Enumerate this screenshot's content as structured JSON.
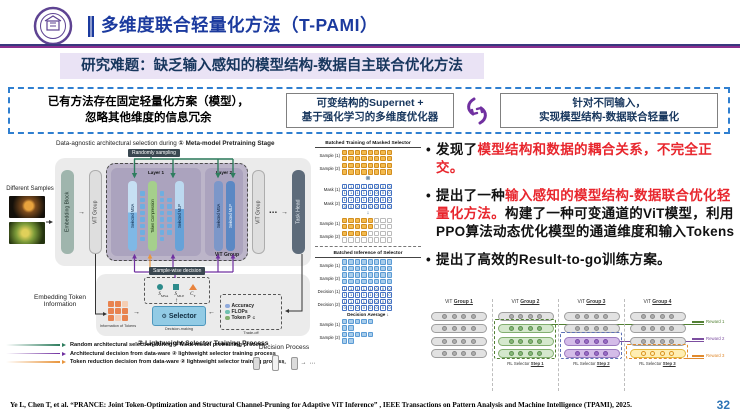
{
  "colors": {
    "title_blue": "#1b3a9e",
    "navy": "#17365d",
    "red": "#e8262d",
    "purple": "#7030a0",
    "green_arrow": "#2e7d5e",
    "orange": "#e8953d",
    "dashed_blue": "#2f7fd0",
    "lavender": "#eae3f5",
    "page_blue": "#2e74b5",
    "reward_green": "#538135",
    "reward_purple": "#7c4ea0",
    "reward_orange": "#e08a2e"
  },
  "glyphs": {
    "right": "→",
    "left": "←",
    "up": "↑",
    "down": "↓",
    "dots": "⋯",
    "otimes": "⊗",
    "bullet": "•",
    "gear": "⚙"
  },
  "header": {
    "title": "多维度联合轻量化方法（T-PAMI）"
  },
  "subtitle": "研究难题：缺乏输入感知的模型结构-数据自主联合优化方法",
  "challenge": {
    "problem": "已有方法存在固定轻量化方案（模型），\n忽略其他维度的信息冗余",
    "method": "可变结构的Supernet +\n基于强化学习的多维度优化器",
    "goal": "针对不同输入，\n实现模型结构-数据联合轻量化"
  },
  "bullets": [
    {
      "segments": [
        {
          "text": "发现了"
        },
        {
          "text": "模型结构和数据的耦合关系，不完全正交。",
          "red": true
        }
      ]
    },
    {
      "segments": [
        {
          "text": "提出了一种"
        },
        {
          "text": "输入感知的模型结构-数据联合优化轻量化方法。",
          "red": true
        },
        {
          "text": "构建了一种可变通道的ViT模型，利用PPO算法动态优化模型的通道维度和输入Tokens"
        }
      ]
    },
    {
      "segments": [
        {
          "text": "提出了高效的Result-to-go训练方案。"
        }
      ]
    }
  ],
  "diagram": {
    "caption_normal": "Data-agnostic architectural selection during ",
    "caption_bold": "① Meta-model Pretraining Stage",
    "randomly_sampling": "Randomly sampling",
    "different_samples": "Different Samples",
    "embedding_block": "Embedding Block",
    "vit_group": "ViT Group",
    "layer1": "Layer 1",
    "layer2": "Layer 2",
    "selected_msa": "Selected MSA",
    "token_compression": "Token Compression",
    "selected_mlp": "Selected MLP",
    "vit_group_inner": "ViT Group",
    "task_head": "Task Head",
    "square_cols": [
      8,
      8,
      6
    ],
    "sample_wise": "Sample-wise decision",
    "embedding_token_info": "Embedding Token Information",
    "symbols": [
      {
        "base": "S",
        "sub": "MSA",
        "shape": "circle"
      },
      {
        "base": "S",
        "sub": "MLP",
        "shape": "square"
      },
      {
        "base": "C",
        "sub": "T",
        "shape": "triangle"
      }
    ],
    "token_grid_pattern": [
      "110",
      "111",
      "101"
    ],
    "info_tokens_label": "Information of Tokens",
    "selector_label": "Selector",
    "decision_making": "Decision-making",
    "tradeoff": {
      "title": "Trade-off",
      "items": [
        {
          "icon": "accuracy-icon",
          "icon_color": "#8faadc",
          "label": "Accuracy"
        },
        {
          "icon": "flops-icon",
          "icon_color": "#6fc0b0",
          "label": "FLOPs"
        },
        {
          "icon": "token-icon",
          "icon_color": "#82ae6f",
          "label": "Token P",
          "sub": "C"
        }
      ]
    },
    "stage2_caption": "② Lightweight Selector Training Process",
    "decision_process": "Decision Process"
  },
  "legend": [
    {
      "color_key": "green_arrow",
      "text": "Random architectural selection during ① Meta-model pretraining process"
    },
    {
      "color_key": "purple",
      "text": "Architectural decision from data-ware ② lightweight selector training process"
    },
    {
      "color_key": "orange",
      "text": "Token reduction decision from data-ware ② lightweight selector training process"
    }
  ],
  "batch": {
    "training_title": "Batched Training of Masked Selector",
    "inference_title": "Batched Inference of Selector",
    "avg_label": "Decision Average ↓",
    "training_samples": [
      {
        "label": "Sample (1)",
        "rows": [
          "11111111",
          "11111111"
        ]
      },
      {
        "label": "Sample (2)",
        "rows": [
          "11111111",
          "11111111"
        ]
      }
    ],
    "masks": [
      {
        "label": "Mask (1)",
        "rows": [
          "11111000",
          "11111000"
        ]
      },
      {
        "label": "Mask (2)",
        "rows": [
          "11110000",
          "00000000"
        ]
      }
    ],
    "masked": [
      {
        "label": "Sample (1)",
        "rows": [
          "11111000",
          "11111000"
        ]
      },
      {
        "label": "Sample (2)",
        "rows": [
          "11110000",
          "00000000"
        ]
      }
    ],
    "inference_samples": [
      {
        "label": "Sample (1)",
        "rows": [
          "11111111",
          "11111111"
        ]
      },
      {
        "label": "Sample (2)",
        "rows": [
          "11111111",
          "11111111"
        ]
      }
    ],
    "decisions": [
      {
        "label": "Decision (1)",
        "rows": [
          "11111000",
          "11111000"
        ]
      },
      {
        "label": "Decision (2)",
        "rows": [
          "11110000",
          "00000000"
        ]
      }
    ],
    "averaged": [
      {
        "label": "Sample (1)",
        "rows": [
          "11111",
          "11"
        ]
      },
      {
        "label": "Sample (2)",
        "rows": [
          "11111",
          "11"
        ]
      }
    ]
  },
  "rl": {
    "groups": [
      {
        "prefix": "ViT",
        "name": "Group 1",
        "rows": [
          "gray",
          "gray",
          "gray",
          "gray"
        ]
      },
      {
        "prefix": "ViT",
        "name": "Group 2",
        "rows": [
          "gray",
          "green",
          "green",
          "green"
        ],
        "step": {
          "prefix": "RL Selector",
          "name": "Step 1"
        }
      },
      {
        "prefix": "ViT",
        "name": "Group 3",
        "rows": [
          "gray",
          "gray",
          "purple",
          "purple"
        ],
        "step": {
          "prefix": "RL Selector",
          "name": "Step 2"
        }
      },
      {
        "prefix": "ViT",
        "name": "Group 4",
        "rows": [
          "gray",
          "gray",
          "gray",
          "yellow"
        ],
        "step": {
          "prefix": "RL Selector",
          "name": "Step 3"
        }
      }
    ],
    "rewards": [
      {
        "label": "Reward 1",
        "color_key": "reward_green"
      },
      {
        "label": "Reward 2",
        "color_key": "reward_purple"
      },
      {
        "label": "Reward 3",
        "color_key": "reward_orange"
      }
    ]
  },
  "citation": "Ye L, Chen T, et al.  “PRANCE: Joint Token-Optimization and Structural Channel-Pruning for Adaptive ViT Inference” , IEEE Transactions on Pattern Analysis and Machine Intelligence (TPAMI), 2025.",
  "page_number": "32"
}
